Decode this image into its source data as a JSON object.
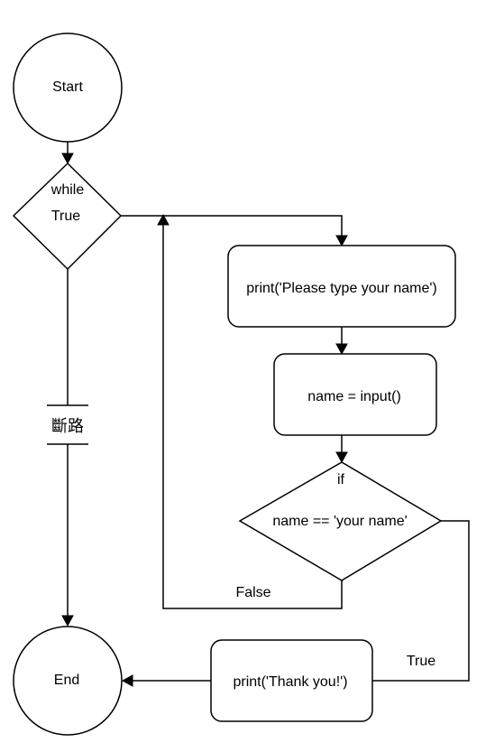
{
  "flowchart": {
    "nodes": {
      "start": {
        "label": "Start"
      },
      "while_cond": {
        "line1": "while",
        "line2": "True"
      },
      "print_prompt": {
        "label": "print('Please type your name')"
      },
      "input_name": {
        "label": "name = input()"
      },
      "if_cond": {
        "keyword": "if",
        "condition": "name == 'your name'"
      },
      "print_thanks": {
        "label": "print('Thank you!')"
      },
      "end": {
        "label": "End"
      }
    },
    "edges": {
      "break_label": "斷路",
      "false_label": "False",
      "true_label": "True"
    }
  }
}
